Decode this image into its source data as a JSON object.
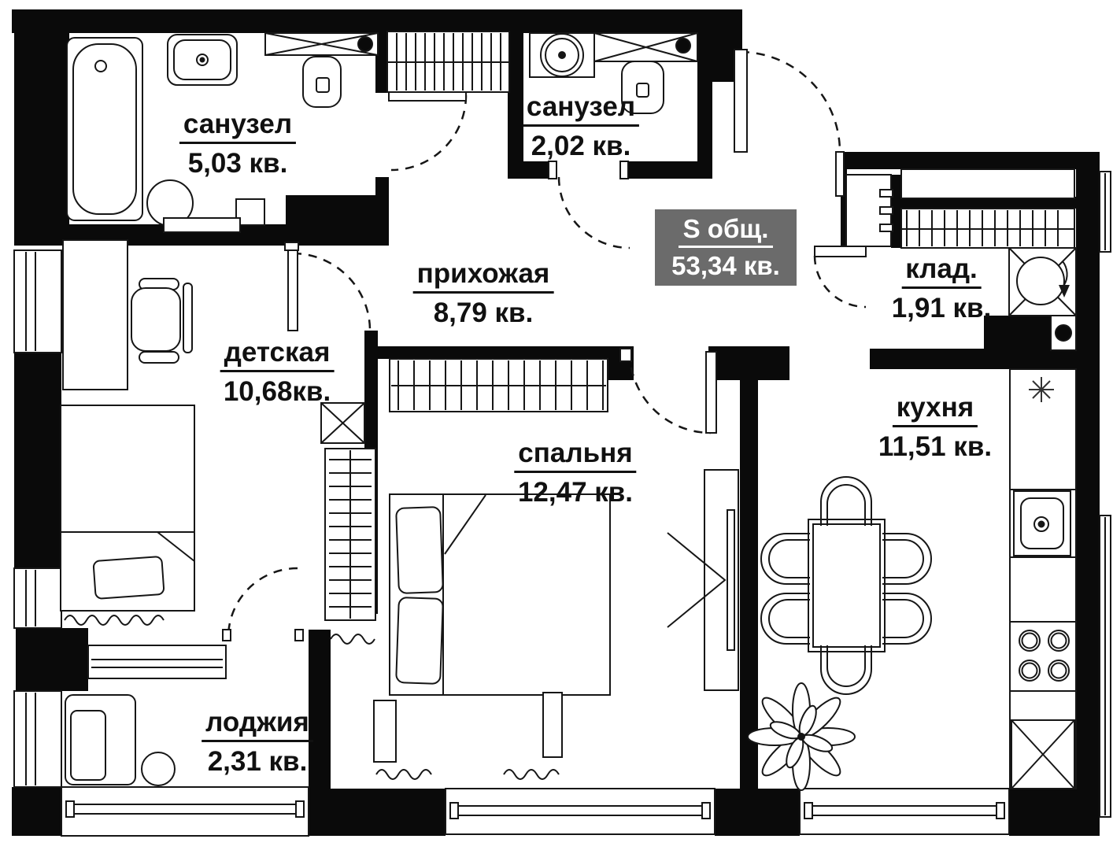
{
  "plan": {
    "total_badge": {
      "label": "S общ.",
      "value": "53,34 кв."
    },
    "rooms": {
      "bathroom_main": {
        "name": "санузел",
        "area": "5,03 кв."
      },
      "bathroom_small": {
        "name": "санузел",
        "area": "2,02 кв."
      },
      "hallway": {
        "name": "прихожая",
        "area": "8,79 кв."
      },
      "kids_room": {
        "name": "детская",
        "area": "10,68кв."
      },
      "bedroom": {
        "name": "спальня",
        "area": "12,47 кв."
      },
      "loggia": {
        "name": "лоджия",
        "area": "2,31 кв."
      },
      "storage": {
        "name": "клад.",
        "area": "1,91 кв."
      },
      "kitchen": {
        "name": "кухня",
        "area": "11,51 кв."
      }
    },
    "colors": {
      "wall": "#0a0a0a",
      "line": "#161616",
      "badge_bg": "#6b6b6b",
      "badge_text": "#ffffff",
      "background": "#ffffff"
    }
  }
}
